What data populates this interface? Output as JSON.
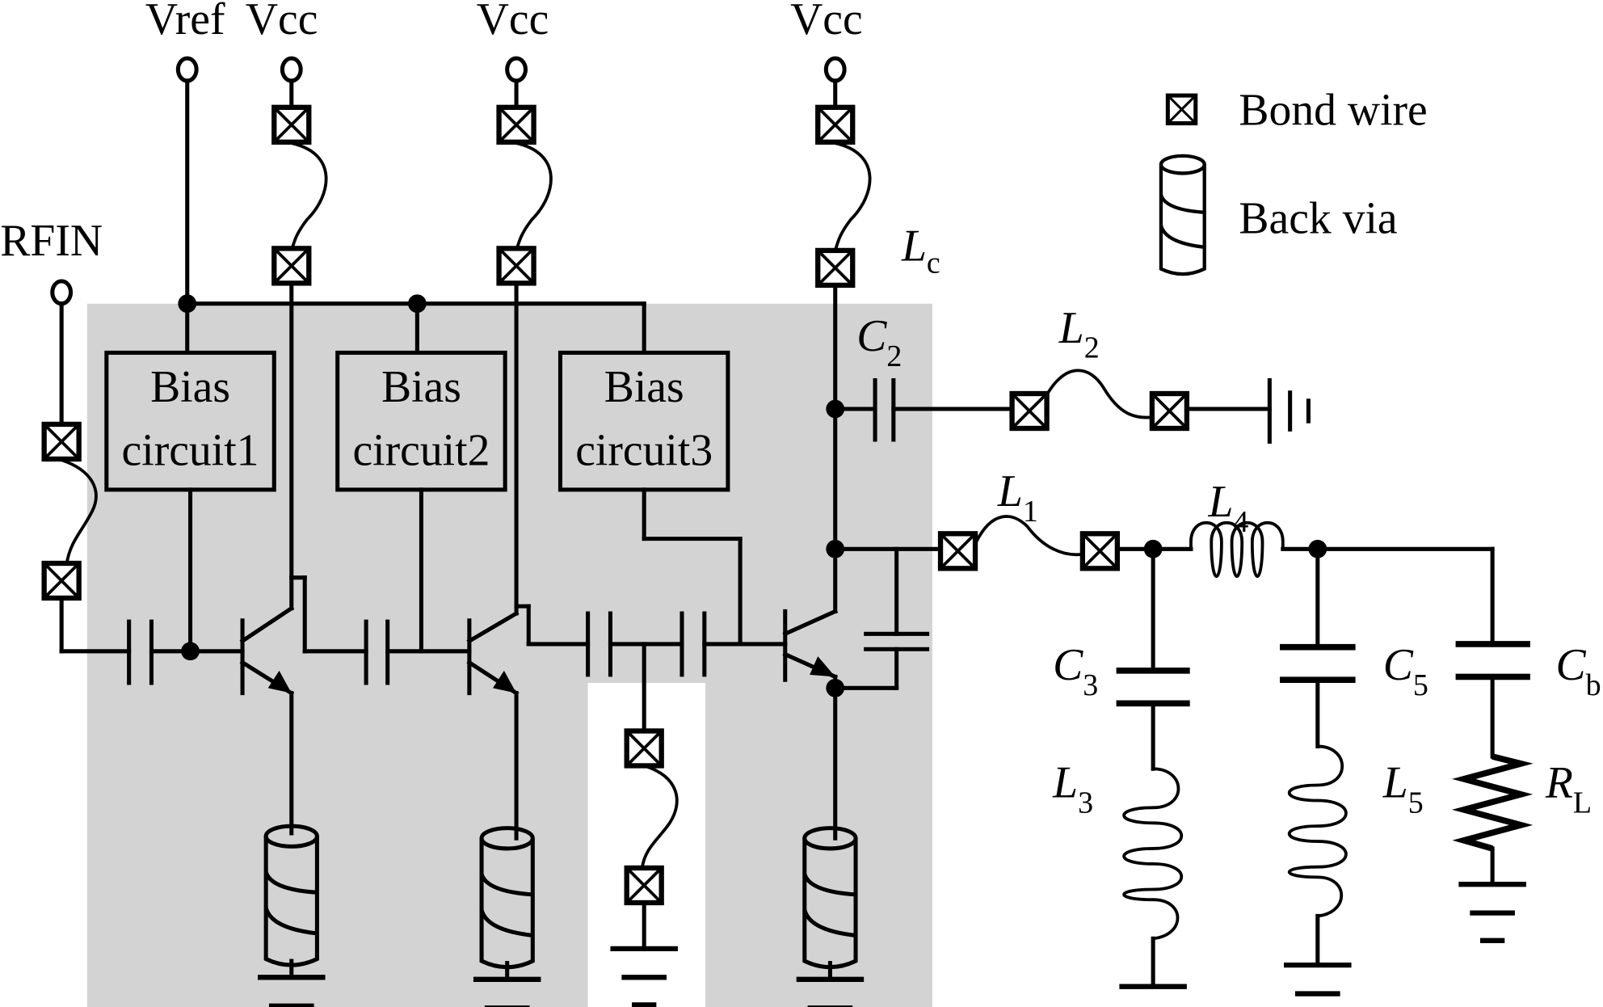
{
  "title": "Three-stage HBT power amplifier with bias circuits, bond wires, back vias and output matching network",
  "colors": {
    "chip_background": "#d3d3d3",
    "line": "#000000",
    "page": "#ffffff"
  },
  "terminals": {
    "vref": "Vref",
    "vcc1": "Vcc",
    "vcc2": "Vcc",
    "vcc3": "Vcc",
    "rfin": "RFIN"
  },
  "bias_circuits": [
    {
      "line1": "Bias",
      "line2": "circuit1"
    },
    {
      "line1": "Bias",
      "line2": "circuit2"
    },
    {
      "line1": "Bias",
      "line2": "circuit3"
    }
  ],
  "components": {
    "Lc": {
      "main": "L",
      "sub": "c"
    },
    "C2": {
      "main": "C",
      "sub": "2"
    },
    "L2": {
      "main": "L",
      "sub": "2"
    },
    "L1": {
      "main": "L",
      "sub": "1"
    },
    "L4": {
      "main": "L",
      "sub": "4"
    },
    "C3": {
      "main": "C",
      "sub": "3"
    },
    "L3": {
      "main": "L",
      "sub": "3"
    },
    "C5": {
      "main": "C",
      "sub": "5"
    },
    "L5": {
      "main": "L",
      "sub": "5"
    },
    "Cb": {
      "main": "C",
      "sub": "b"
    },
    "RL": {
      "main": "R",
      "sub": "L"
    }
  },
  "legend": [
    {
      "icon": "bond-wire-icon",
      "label": "Bond wire"
    },
    {
      "icon": "back-via-icon",
      "label": "Back via"
    }
  ]
}
